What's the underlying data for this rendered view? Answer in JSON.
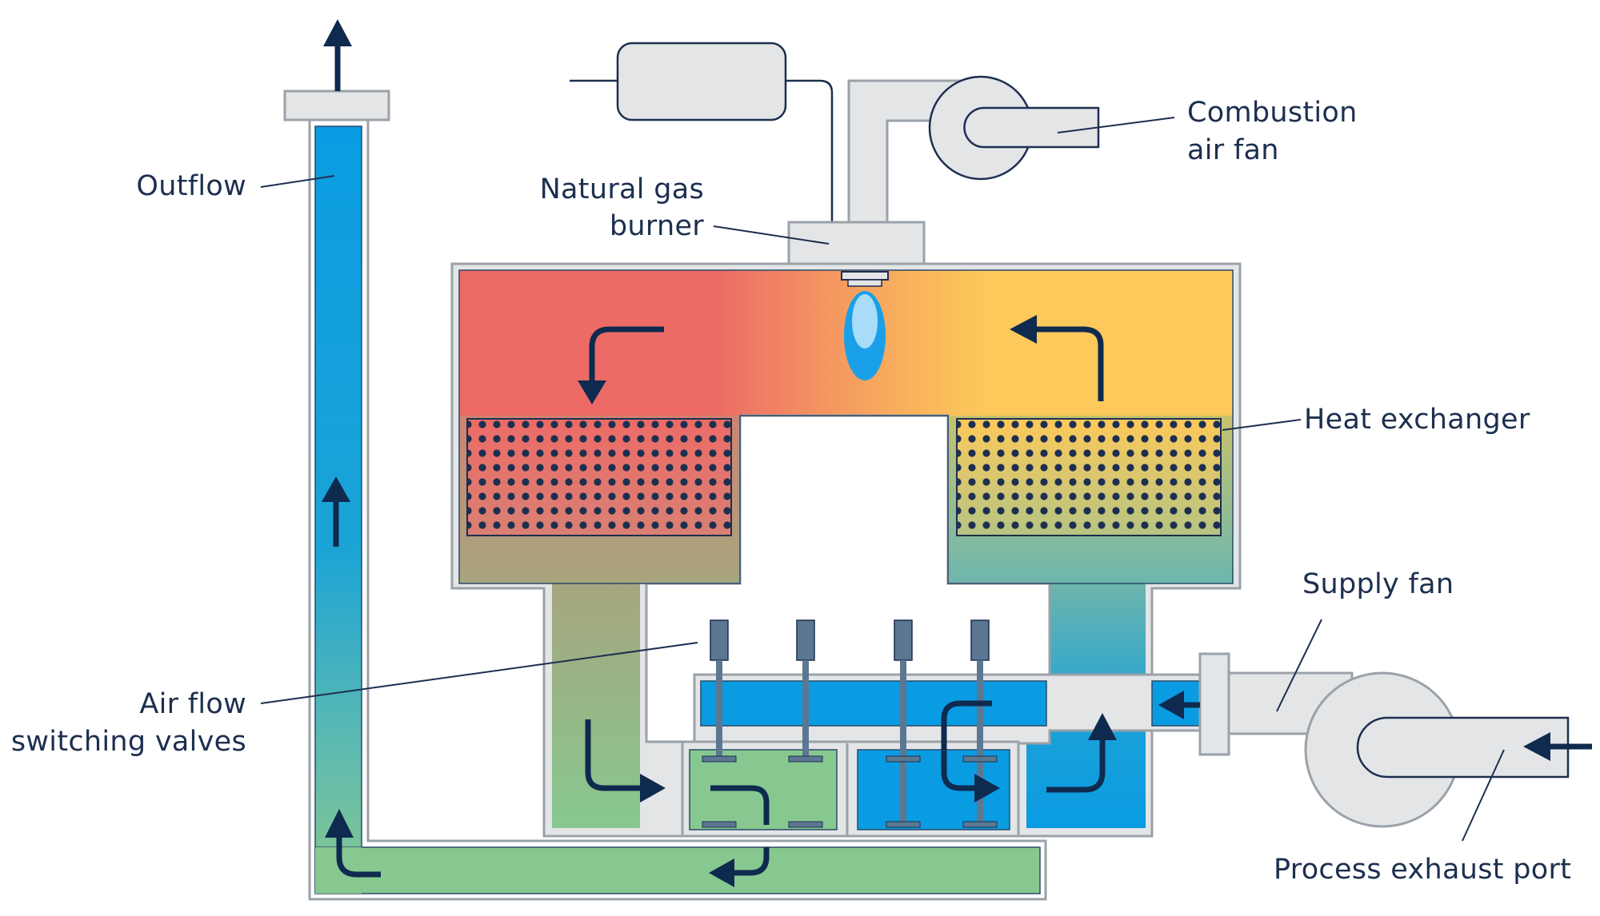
{
  "labels": {
    "outflow": "Outflow",
    "natural_gas_burner_line1": "Natural gas",
    "natural_gas_burner_line2": "burner",
    "combustion_air_fan_line1": "Combustion",
    "combustion_air_fan_line2": "air fan",
    "heat_exchanger": "Heat exchanger",
    "supply_fan": "Supply fan",
    "air_flow_switching_valves_line1": "Air flow",
    "air_flow_switching_valves_line2": "switching valves",
    "process_exhaust_port": "Process exhaust port"
  },
  "colors": {
    "outline": "#1d2f4f",
    "wall": "#e3e5e7",
    "wall_stroke": "#9aa1a8",
    "hot": "#ec6b66",
    "warm": "#fdc95a",
    "orange": "#f6a25f",
    "cool_green": "#87c890",
    "supply_blue": "#0a9ce2",
    "flame_outer": "#1aa0e8",
    "flame_inner": "#a9dcf8",
    "valve": "#5b7792",
    "arrow": "#0f2a4f"
  }
}
